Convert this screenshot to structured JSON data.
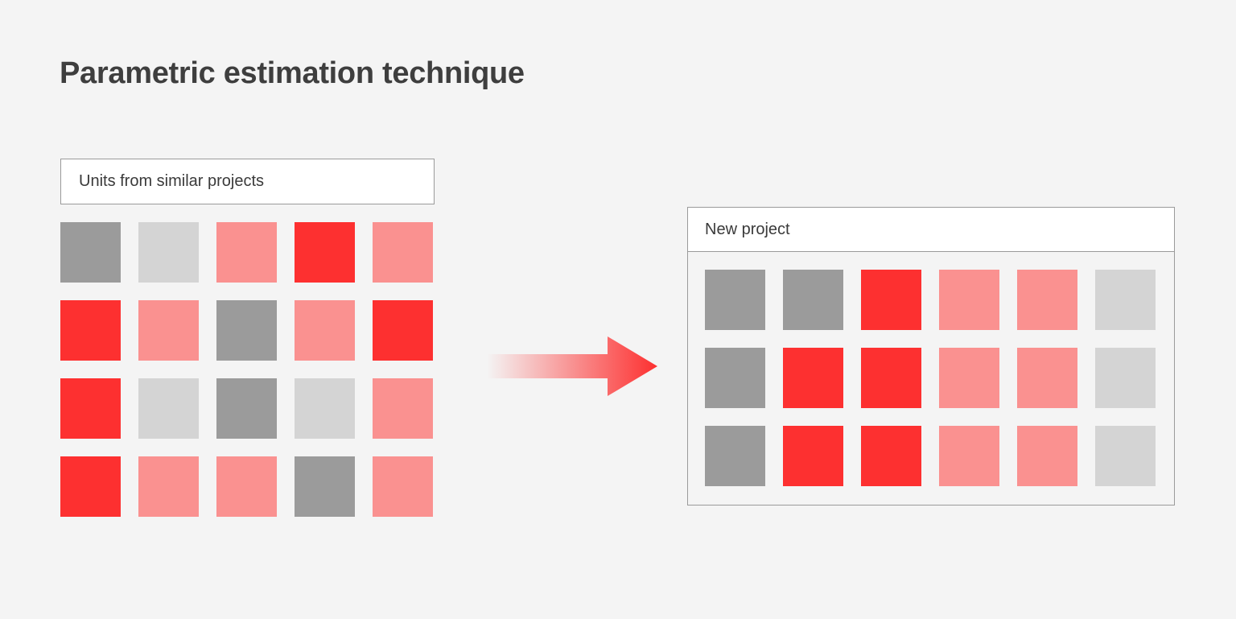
{
  "page": {
    "title": "Parametric estimation technique",
    "background_color": "#f4f4f4"
  },
  "colors": {
    "red": "#fd3030",
    "salmon": "#fa9190",
    "gray": "#9b9b9b",
    "lightgray": "#d4d4d4",
    "border": "#9a9a9a",
    "panel_fill": "#ffffff",
    "title_text": "#3e3e3e",
    "body_text": "#3a3a3a"
  },
  "source_panel": {
    "header_label": "Units from similar projects",
    "columns": 5,
    "rows": 4,
    "grid": [
      [
        "gray",
        "lightgray",
        "salmon",
        "red",
        "salmon"
      ],
      [
        "red",
        "salmon",
        "gray",
        "salmon",
        "red"
      ],
      [
        "red",
        "lightgray",
        "gray",
        "lightgray",
        "salmon"
      ],
      [
        "red",
        "salmon",
        "salmon",
        "gray",
        "salmon"
      ]
    ]
  },
  "arrow": {
    "direction": "right",
    "gradient_from": "rgba(253,48,48,0)",
    "gradient_to": "#fd3030"
  },
  "target_panel": {
    "header_label": "New project",
    "columns": 6,
    "rows": 3,
    "grid": [
      [
        "gray",
        "gray",
        "red",
        "salmon",
        "salmon",
        "lightgray"
      ],
      [
        "gray",
        "red",
        "red",
        "salmon",
        "salmon",
        "lightgray"
      ],
      [
        "gray",
        "red",
        "red",
        "salmon",
        "salmon",
        "lightgray"
      ]
    ]
  }
}
